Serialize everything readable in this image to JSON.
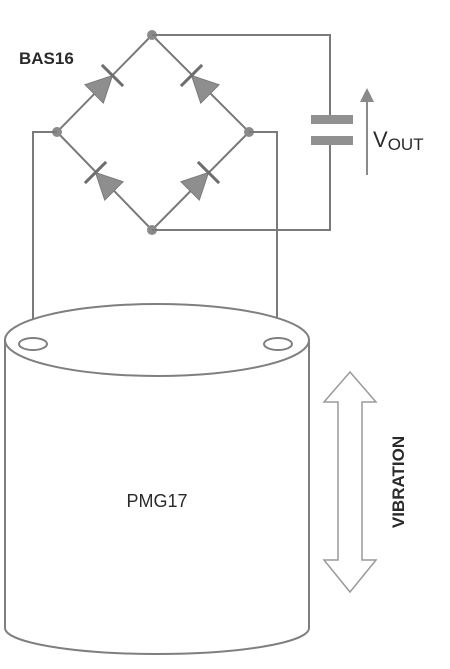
{
  "labels": {
    "diode_part": "BAS16",
    "vout_main": "V",
    "vout_sub": "OUT",
    "device": "PMG17",
    "vibration": "VIBRATION"
  },
  "colors": {
    "line": "#7a7a7a",
    "fill": "#8e8e8e",
    "text": "#2a2a2a",
    "background": "#ffffff"
  }
}
